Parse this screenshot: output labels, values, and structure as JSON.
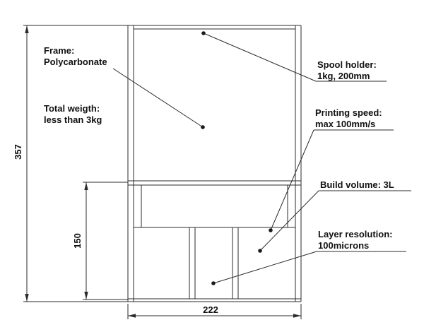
{
  "drawing": {
    "dimensions": {
      "total_height": "357",
      "lower_height": "150",
      "width": "222"
    },
    "callouts": {
      "frame": {
        "line1": "Frame:",
        "line2": "Polycarbonate"
      },
      "weight": {
        "line1": "Total weigth:",
        "line2": "less than 3kg"
      },
      "spool": {
        "line1": "Spool holder:",
        "line2": "1kg, 200mm"
      },
      "speed": {
        "line1": "Printing speed:",
        "line2": "max 100mm/s"
      },
      "volume": {
        "line1": "Build volume: 3L"
      },
      "resolution": {
        "line1": "Layer resolution:",
        "line2": "100microns"
      }
    },
    "colors": {
      "line": "#2b2b2b",
      "text": "#111111",
      "background": "#ffffff"
    }
  }
}
